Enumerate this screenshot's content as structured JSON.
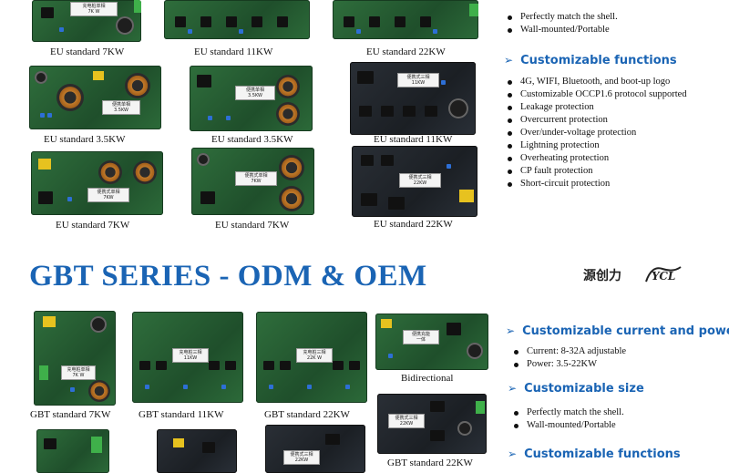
{
  "eu_captions": [
    "EU standard 7KW",
    "EU standard 11KW",
    "EU standard 22KW",
    "EU standard 3.5KW",
    "EU standard 3.5KW",
    "EU standard 11KW",
    "EU standard 7KW",
    "EU standard 7KW",
    "EU standard 22KW"
  ],
  "eu_board_tags": [
    "充电桩单相\n7K W",
    "便携单相\n3.5KW",
    "便携单相\n3.5KW",
    "便携式三相\n11KW",
    "便携式单相\n7KW",
    "便携式单相\n7KW",
    "便携式三相\n22KW"
  ],
  "top_size_items": [
    "Perfectly match the shell.",
    "Wall-mounted/Portable"
  ],
  "functions_heading": "Customizable functions",
  "functions_items": [
    "4G, WIFI, Bluetooth, and boot-up logo",
    "Customizable OCCP1.6 protocol supported",
    "Leakage protection",
    "Overcurrent protection",
    "Over/under-voltage protection",
    "Lightning protection",
    "Overheating protection",
    "CP fault protection",
    "Short-circuit protection"
  ],
  "series_title": "GBT SERIES - ODM & OEM",
  "brand_text": "源创力",
  "logo_text": "YCL",
  "gbt_captions": [
    "GBT standard 7KW",
    "GBT standard 11KW",
    "GBT standard 22KW",
    "Bidirectional",
    "GBT standard 22KW"
  ],
  "gbt_board_tags": [
    "充电桩单相\n7K W",
    "充电桩三相\n11KW",
    "充电桩三相\n22K W",
    "便携充能\n一体",
    "便携式三相\n22KW",
    "便携式三相\n22KW"
  ],
  "current_heading": "Customizable current and power",
  "current_items": [
    "Current: 8-32A adjustable",
    "Power: 3.5-22KW"
  ],
  "size_heading": "Customizable size",
  "size_items": [
    "Perfectly match the shell.",
    "Wall-mounted/Portable"
  ],
  "functions2_heading": "Customizable functions",
  "arrow_glyph": "➢",
  "colors": {
    "accent": "#1a64b4",
    "board_green": "#2f6e3c",
    "board_dark": "#1b1f24"
  }
}
